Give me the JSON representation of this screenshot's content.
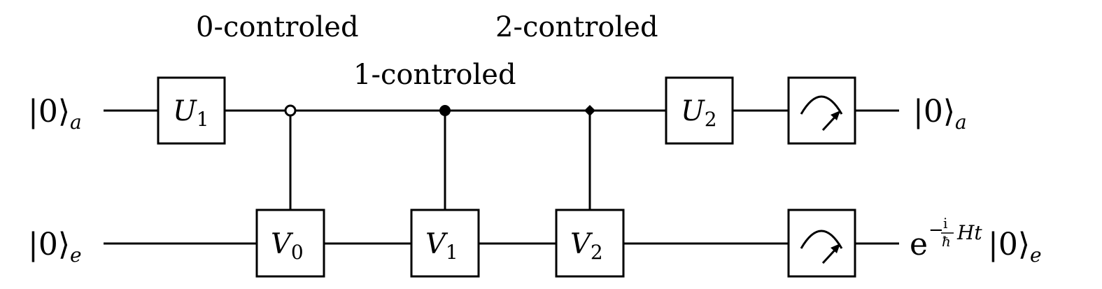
{
  "annotations": {
    "zero_controlled": "0-controled",
    "one_controlled": "1-controled",
    "two_controlled": "2-controled"
  },
  "qubits": {
    "ancilla": {
      "input_ket": "|0⟩",
      "input_sub": "a",
      "output_ket": "|0⟩",
      "output_sub": "a"
    },
    "system": {
      "input_ket": "|0⟩",
      "input_sub": "e",
      "output_prefix": "e",
      "output_exp_minus": "−",
      "output_exp_num": "i",
      "output_exp_den": "ħ",
      "output_exp_rest": "Ht",
      "output_ket": "|0⟩",
      "output_sub": "e"
    }
  },
  "gates": {
    "U1": {
      "name": "U",
      "sub": "1"
    },
    "U2": {
      "name": "U",
      "sub": "2"
    },
    "V0": {
      "name": "V",
      "sub": "0"
    },
    "V1": {
      "name": "V",
      "sub": "1"
    },
    "V2": {
      "name": "V",
      "sub": "2"
    }
  },
  "measurements": [
    "measure-ancilla",
    "measure-system"
  ]
}
